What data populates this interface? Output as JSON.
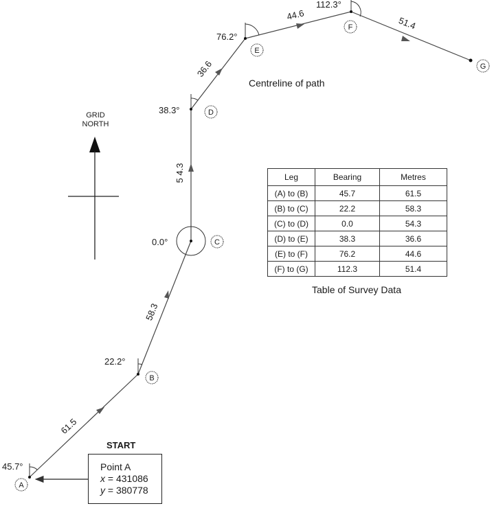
{
  "grid_north": {
    "line1": "GRID",
    "line2": "NORTH"
  },
  "centreline_label": "Centreline of path",
  "points": [
    {
      "id": "A",
      "label": "A",
      "angle": "45.7°"
    },
    {
      "id": "B",
      "label": "B",
      "angle": "22.2°"
    },
    {
      "id": "C",
      "label": "C",
      "angle": "0.0°"
    },
    {
      "id": "D",
      "label": "D",
      "angle": "38.3°"
    },
    {
      "id": "E",
      "label": "E",
      "angle": "76.2°"
    },
    {
      "id": "F",
      "label": "F",
      "angle": "112.3°"
    },
    {
      "id": "G",
      "label": "G",
      "angle": ""
    }
  ],
  "legs": [
    {
      "label": "61.5"
    },
    {
      "label": "58.3"
    },
    {
      "label": "5 4.3"
    },
    {
      "label": "36.6"
    },
    {
      "label": "44.6"
    },
    {
      "label": "51.4"
    }
  ],
  "table": {
    "headers": [
      "Leg",
      "Bearing",
      "Metres"
    ],
    "rows": [
      {
        "leg": "(A) to (B)",
        "bearing": "45.7",
        "metres": "61.5"
      },
      {
        "leg": "(B) to (C)",
        "bearing": "22.2",
        "metres": "58.3"
      },
      {
        "leg": "(C) to (D)",
        "bearing": "0.0",
        "metres": "54.3"
      },
      {
        "leg": "(D) to (E)",
        "bearing": "38.3",
        "metres": "36.6"
      },
      {
        "leg": "(E) to (F)",
        "bearing": "76.2",
        "metres": "44.6"
      },
      {
        "leg": "(F) to (G)",
        "bearing": "112.3",
        "metres": "51.4"
      }
    ],
    "caption": "Table of Survey Data"
  },
  "start": {
    "heading": "START",
    "point": "Point A",
    "x_var": "x",
    "x_value": "= 431086",
    "y_var": "y",
    "y_value": "= 380778"
  }
}
